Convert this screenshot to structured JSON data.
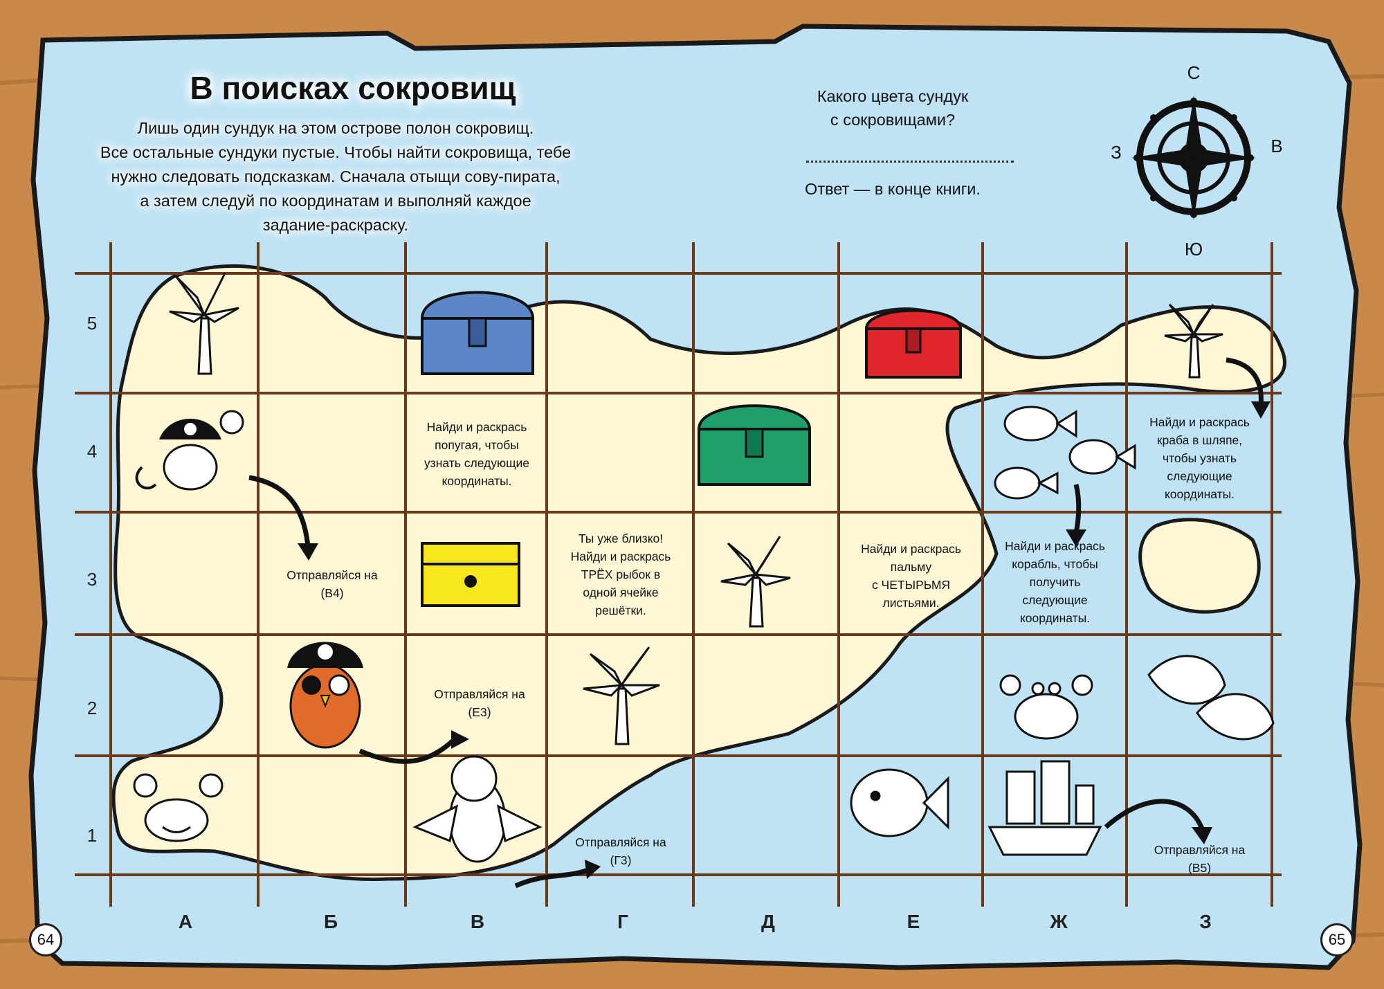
{
  "title": "В поисках сокровищ",
  "intro": {
    "line1": "Лишь один сундук на этом острове полон сокровищ.",
    "line2": "Все остальные сундуки пустые. Чтобы найти сокровища, тебе",
    "line3": "нужно следовать подсказкам. Сначала отыщи сову-пирата,",
    "line4": "а затем следуй по координатам и выполняй каждое",
    "line5": "задание-раскраску."
  },
  "question": {
    "line1": "Какого цвета сундук",
    "line2": "с сокровищами?"
  },
  "answer": "Ответ — в конце книги.",
  "compass": {
    "north": "С",
    "south": "Ю",
    "west": "З",
    "east": "В"
  },
  "rows": [
    "5",
    "4",
    "3",
    "2",
    "1"
  ],
  "columns": [
    "А",
    "Б",
    "В",
    "Г",
    "Д",
    "Е",
    "Ж",
    "З"
  ],
  "pages": {
    "left": "64",
    "right": "65"
  },
  "cells": {
    "b3": {
      "l1": "Отправляйся на",
      "l2": "(В4)"
    },
    "v4": {
      "l1": "Найди и раскрась",
      "l2": "попугая, чтобы",
      "l3": "узнать следующие",
      "l4": "координаты."
    },
    "g3": {
      "l1": "Ты уже близко!",
      "l2": "Найди и раскрась",
      "l3": "ТРЁХ рыбок в",
      "l4": "одной ячейке",
      "l5": "решётки."
    },
    "e3": {
      "l1": "Найди и раскрась",
      "l2": "пальму",
      "l3": "с ЧЕТЫРЬМЯ",
      "l4": "листьями."
    },
    "zh3": {
      "l1": "Найди и раскрась",
      "l2": "корабль, чтобы",
      "l3": "получить",
      "l4": "следующие",
      "l5": "координаты."
    },
    "z4": {
      "l1": "Найди и раскрась",
      "l2": "краба в шляпе,",
      "l3": "чтобы узнать",
      "l4": "следующие",
      "l5": "координаты."
    },
    "v2": {
      "l1": "Отправляйся на",
      "l2": "(Е3)"
    },
    "g1": {
      "l1": "Отправляйся на",
      "l2": "(Г3)"
    },
    "z1": {
      "l1": "Отправляйся на",
      "l2": "(В5)"
    }
  },
  "colors": {
    "sea": "#bfe3f4",
    "land": "#fdf7d6",
    "wood": "#c8894a",
    "grid": "#6b3a1c",
    "chest_blue": "#5b86c8",
    "chest_red": "#e0262b",
    "chest_green": "#1fa06a",
    "chest_yellow": "#f6e81c",
    "owl": "#e26b2a"
  }
}
